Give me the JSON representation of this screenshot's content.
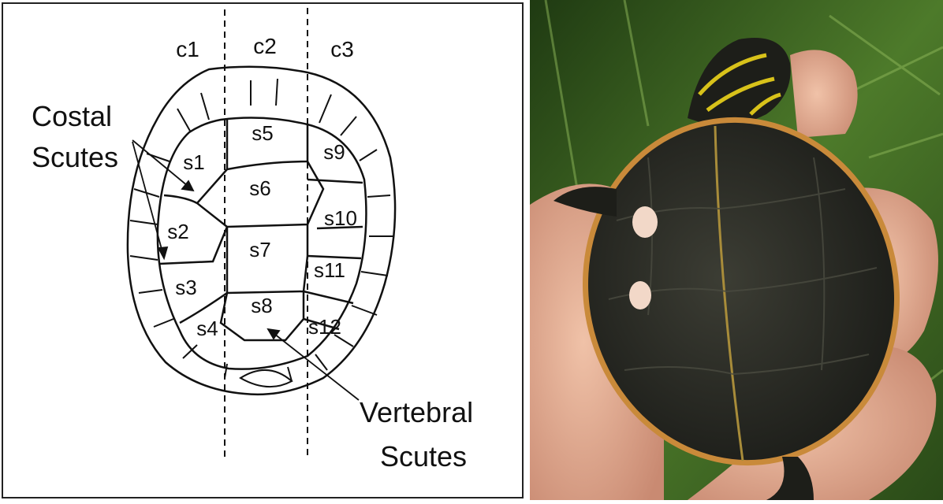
{
  "diagram": {
    "columns": [
      "c1",
      "c2",
      "c3"
    ],
    "callouts": {
      "costal_line1": "Costal",
      "costal_line2": "Scutes",
      "vertebral_line1": "Vertebral",
      "vertebral_line2": "Scutes"
    },
    "scutes": [
      "s1",
      "s2",
      "s3",
      "s4",
      "s5",
      "s6",
      "s7",
      "s8",
      "s9",
      "s10",
      "s11",
      "s12"
    ]
  },
  "photo": {
    "subject": "painted-turtle-hatchling",
    "colors": {
      "grass_dark": "#1f3a12",
      "grass_light": "#6e9a3c",
      "skin": "#e2aa8e",
      "shell": "#2a2b25",
      "shell_rim": "#c98a3a",
      "marks": "#f2d8c8"
    }
  }
}
